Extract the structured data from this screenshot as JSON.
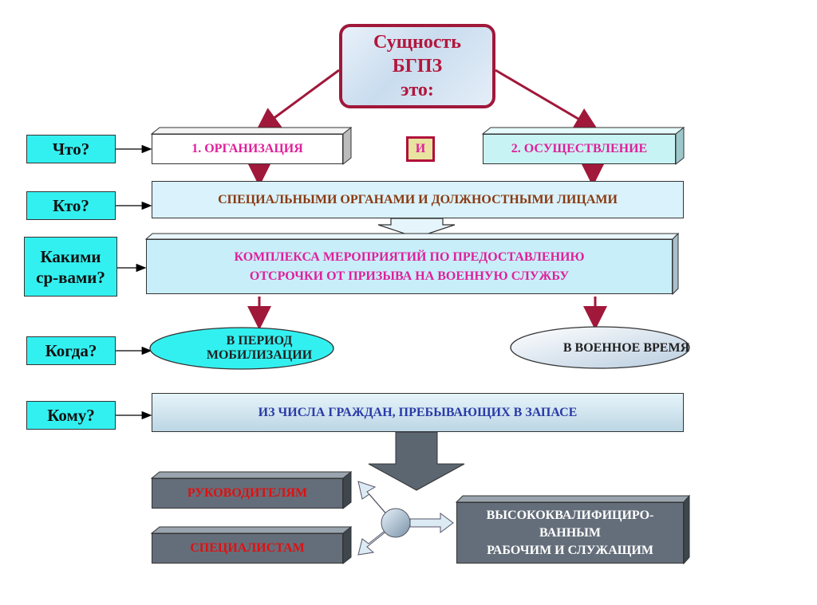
{
  "title": {
    "line1": "Сущность",
    "line2": "БГПЗ",
    "line3": "это:"
  },
  "questions": {
    "what": "Что?",
    "who": "Кто?",
    "means_1": "Какими",
    "means_2": "ср-вами?",
    "when": "Когда?",
    "whom": "Кому?"
  },
  "organization": "1. ОРГАНИЗАЦИЯ",
  "and_label": "И",
  "implementation": "2. ОСУЩЕСТВЛЕНИЕ",
  "who_bar": "СПЕЦИАЛЬНЫМИ  ОРГАНАМИ  И  ДОЛЖНОСТНЫМИ  ЛИЦАМИ",
  "means_bar": {
    "line1": "КОМПЛЕКСА МЕРОПРИЯТИЙ ПО ПРЕДОСТАВЛЕНИЮ",
    "line2": "ОТСРОЧКИ ОТ ПРИЗЫВА НА ВОЕННУЮ СЛУЖБУ"
  },
  "mobilization": {
    "line1": "В ПЕРИОД",
    "line2": "МОБИЛИЗАЦИИ"
  },
  "wartime": "В  ВОЕННОЕ  ВРЕМЯ",
  "whom_bar": "ИЗ  ЧИСЛА  ГРАЖДАН,  ПРЕБЫВАЮЩИХ  В  ЗАПАСЕ",
  "targets": {
    "leaders": "РУКОВОДИТЕЛЯМ",
    "specialists": "СПЕЦИАЛИСТАМ",
    "workers_1": "ВЫСОКОКВАЛИФИЦИРО-",
    "workers_2": "ВАННЫМ",
    "workers_3": "РАБОЧИМ И СЛУЖАЩИМ"
  },
  "colors": {
    "red_arrow": "#a0183a",
    "cyan_box": "#33f0f0",
    "light_bar": "#d9f2fb",
    "dark_box": "#646e7a",
    "magenta_text": "#e0209a",
    "brown_text": "#8a3a12",
    "blue_text": "#2a3aa8",
    "red_text": "#e01010"
  }
}
